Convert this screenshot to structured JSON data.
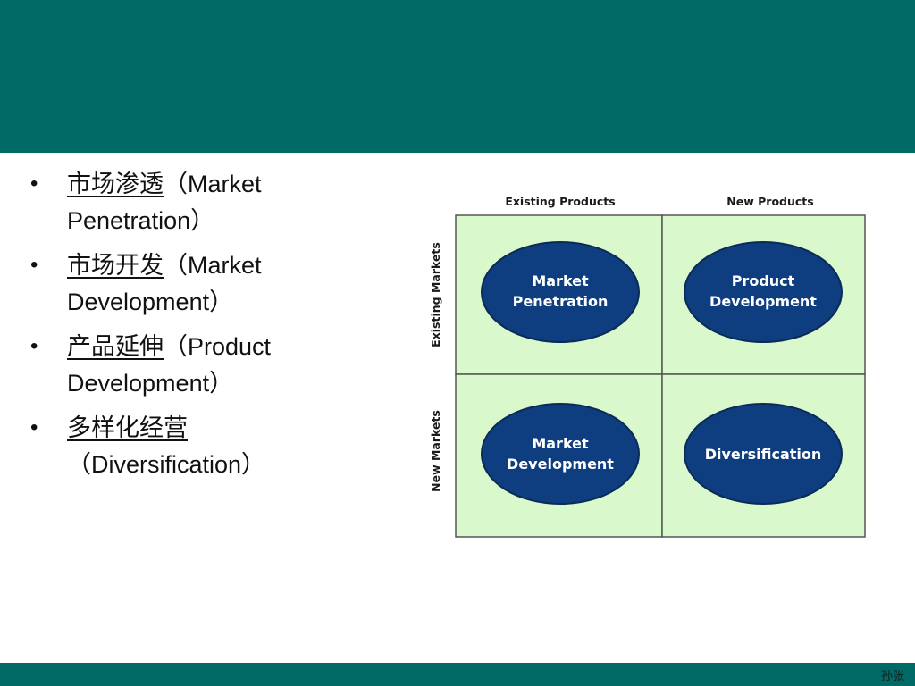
{
  "slide": {
    "footer_author": "孙张",
    "bullets": [
      {
        "cn": "市场渗透",
        "en": "（Market Penetration）"
      },
      {
        "cn": "市场开发",
        "en": "（Market Development）"
      },
      {
        "cn": "产品延伸",
        "en": "（Product Development）"
      },
      {
        "cn": "多样化经营",
        "en": "（Diversification）"
      }
    ]
  },
  "diagram": {
    "columns": [
      "Existing Products",
      "New Products"
    ],
    "rows": [
      "Existing Markets",
      "New Markets"
    ],
    "cells": [
      {
        "lines": [
          "Market",
          "Penetration"
        ]
      },
      {
        "lines": [
          "Product",
          "Development"
        ]
      },
      {
        "lines": [
          "Market",
          "Development"
        ]
      },
      {
        "lines": [
          "Diversification"
        ]
      }
    ],
    "colors": {
      "cell_fill": "#d9f8cc",
      "oval_fill": "#0e3e7f",
      "oval_stroke": "#0a2a58",
      "grid_line": "#555555",
      "band": "#006a66"
    }
  }
}
